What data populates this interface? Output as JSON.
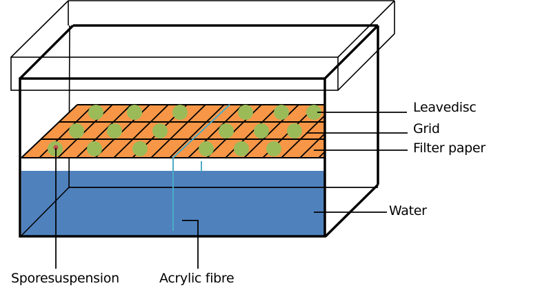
{
  "diagram": {
    "colors": {
      "filter_paper": "#F79646",
      "leaf_disc": "#9BBB59",
      "water": "#4F81BD",
      "spore_drop": "#C0504D",
      "acrylic_fibre": "#4BACC6",
      "outline": "#000000"
    },
    "labels": {
      "leavedisc": "Leavedisc",
      "grid": "Grid",
      "filter_paper": "Filter paper",
      "water": "Water",
      "sporesuspension": "Sporesuspension",
      "acrylic_fibre": "Acrylic fibre"
    },
    "leaf_disc_rows": 3,
    "leaf_discs_per_row": 6
  }
}
